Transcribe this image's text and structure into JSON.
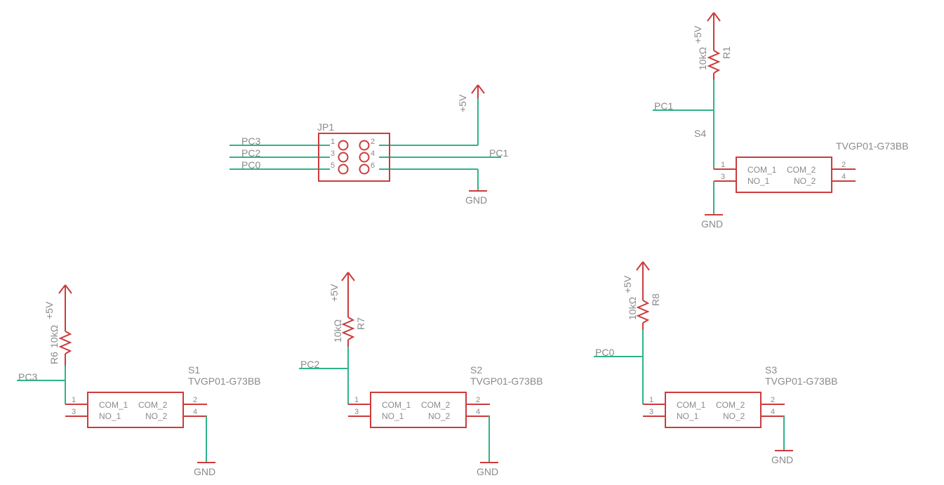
{
  "colors": {
    "wire": "#2fb38a",
    "symbol": "#cc3b3b",
    "text": "#8a8a8a",
    "background": "#ffffff"
  },
  "supply": {
    "vcc": "+5V",
    "gnd": "GND"
  },
  "nets": {
    "pc0": "PC0",
    "pc1": "PC1",
    "pc2": "PC2",
    "pc3": "PC3"
  },
  "header": {
    "ref": "JP1",
    "pins": [
      "1",
      "2",
      "3",
      "4",
      "5",
      "6"
    ]
  },
  "resistors": [
    {
      "ref": "R1",
      "value": "10kΩ"
    },
    {
      "ref": "R6",
      "value": "10kΩ"
    },
    {
      "ref": "R7",
      "value": "10kΩ"
    },
    {
      "ref": "R8",
      "value": "10kΩ"
    }
  ],
  "switch_part": "TVGP01-G73BB",
  "switch_refs": {
    "s1": "S1",
    "s2": "S2",
    "s3": "S3",
    "s4": "S4"
  },
  "switch_pins": [
    "1",
    "2",
    "3",
    "4"
  ],
  "switch_labels": {
    "com1": "COM_1",
    "com2": "COM_2",
    "no1": "NO_1",
    "no2": "NO_2"
  }
}
